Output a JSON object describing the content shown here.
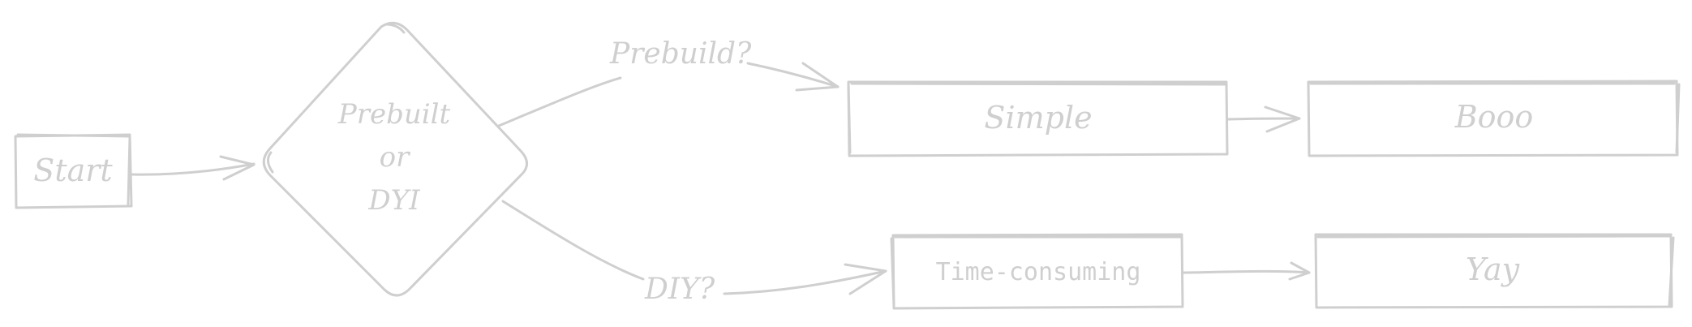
{
  "diagram": {
    "colors": {
      "stroke": "#cfcfcf",
      "text": "#cfcfcf",
      "background": "#ffffff"
    },
    "nodes": {
      "start": {
        "label": "Start",
        "shape": "rectangle"
      },
      "decision": {
        "label_lines": [
          "Prebuilt",
          "or",
          "DYI"
        ],
        "shape": "diamond"
      },
      "simple": {
        "label": "Simple",
        "shape": "rectangle"
      },
      "booo": {
        "label": "Booo",
        "shape": "rectangle"
      },
      "time_consuming": {
        "label": "Time-consuming",
        "shape": "rectangle"
      },
      "yay": {
        "label": "Yay",
        "shape": "rectangle"
      }
    },
    "edges": {
      "prebuild": {
        "label": "Prebuild?",
        "from": "decision",
        "to": "simple"
      },
      "diy": {
        "label": "DIY?",
        "from": "decision",
        "to": "time_consuming"
      },
      "start_to_decision": {
        "from": "start",
        "to": "decision"
      },
      "simple_to_booo": {
        "from": "simple",
        "to": "booo"
      },
      "time_to_yay": {
        "from": "time_consuming",
        "to": "yay"
      }
    }
  }
}
